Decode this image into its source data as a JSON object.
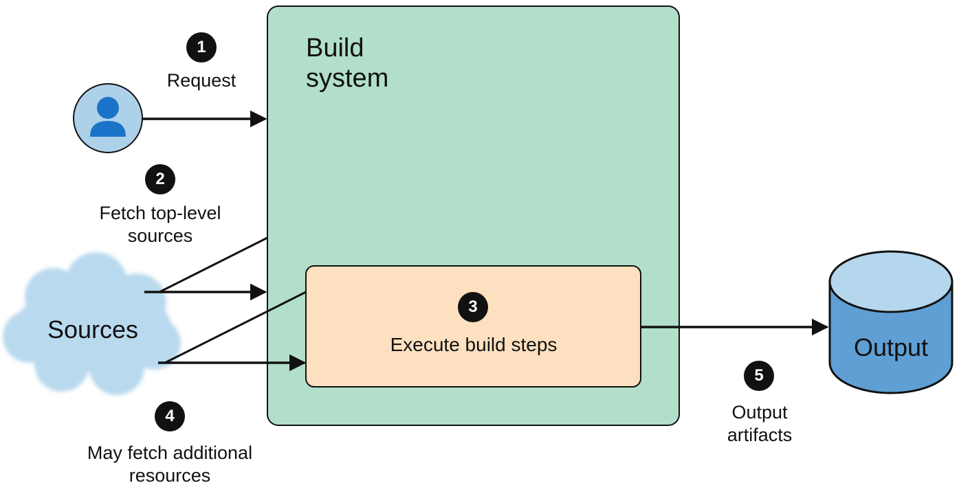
{
  "build_system": {
    "title_line1": "Build",
    "title_line2": "system"
  },
  "execute_box": {
    "label": "Execute build steps"
  },
  "sources": {
    "label": "Sources"
  },
  "output": {
    "label": "Output"
  },
  "steps": [
    {
      "num": "1",
      "label_line1": "Request",
      "label_line2": ""
    },
    {
      "num": "2",
      "label_line1": "Fetch top-level",
      "label_line2": "sources"
    },
    {
      "num": "3",
      "label_line1": "Execute build steps",
      "label_line2": ""
    },
    {
      "num": "4",
      "label_line1": "May fetch additional",
      "label_line2": "resources"
    },
    {
      "num": "5",
      "label_line1": "Output",
      "label_line2": "artifacts"
    }
  ],
  "icons": {
    "user": "user-icon",
    "cloud": "cloud-icon",
    "database": "database-icon"
  },
  "colors": {
    "build_system_fill": "#b2dfc9",
    "execute_fill": "#fde0c0",
    "user_circle": "#aed1ea",
    "user_figure": "#1a73c8",
    "cloud": "#b9d9ee",
    "database_top": "#b5d7ee",
    "database_body": "#5f9fd4",
    "badge": "#111111"
  }
}
